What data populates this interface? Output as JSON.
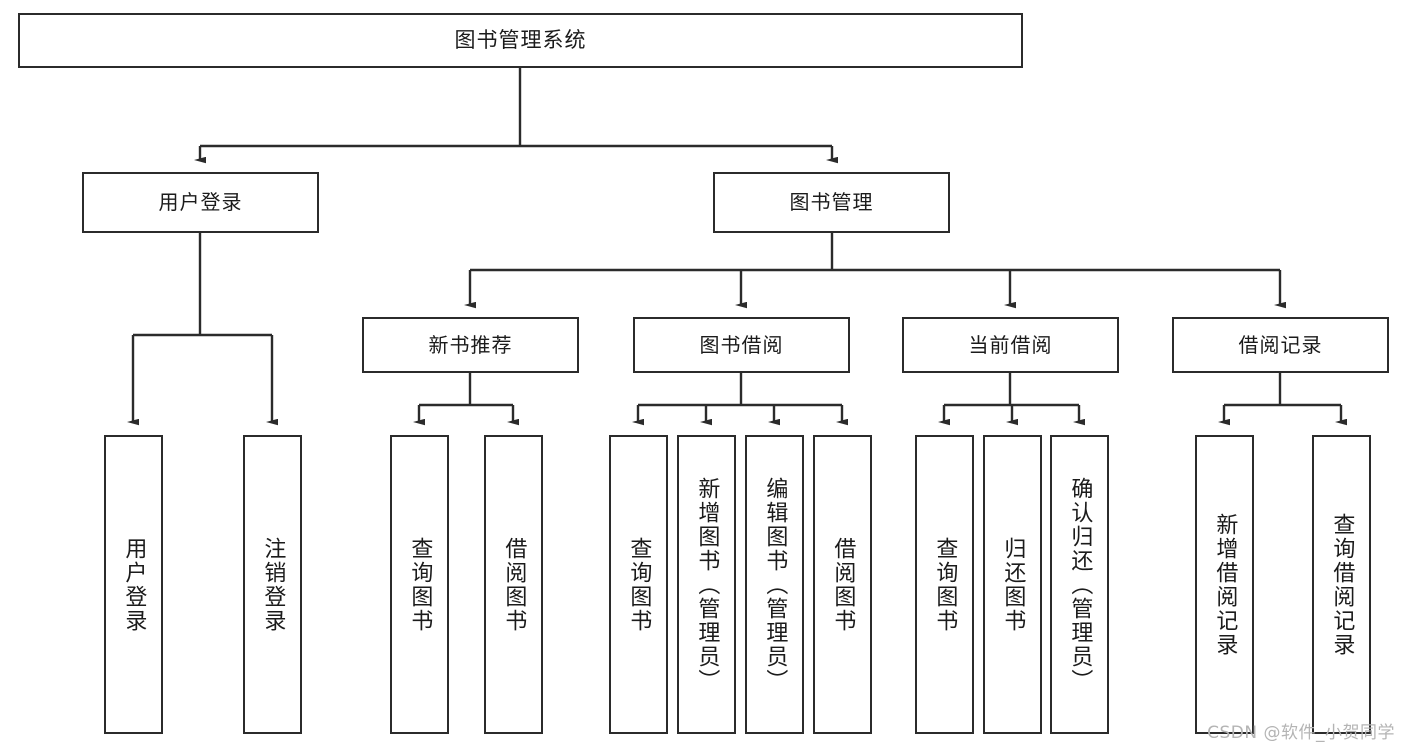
{
  "diagram": {
    "title": "图书管理系统",
    "type": "tree",
    "watermark": "CSDN @软件_小贺同学",
    "colors": {
      "stroke": "#2b2b2b",
      "fill": "#ffffff",
      "text": "#1b1b1b",
      "watermark": "#b4b4b4"
    },
    "nodes": {
      "root": {
        "label": "图书管理系统"
      },
      "level1": [
        {
          "label": "用户登录"
        },
        {
          "label": "图书管理"
        }
      ],
      "level2": [
        {
          "label": "新书推荐"
        },
        {
          "label": "图书借阅"
        },
        {
          "label": "当前借阅"
        },
        {
          "label": "借阅记录"
        }
      ],
      "leaves": {
        "user_login": [
          {
            "label": "用户登录"
          },
          {
            "label": "注销登录"
          }
        ],
        "new_book_rec": [
          {
            "label": "查询图书"
          },
          {
            "label": "借阅图书"
          }
        ],
        "book_borrow": [
          {
            "label": "查询图书"
          },
          {
            "label": "新增图书（管理员）"
          },
          {
            "label": "编辑图书（管理员）"
          },
          {
            "label": "借阅图书"
          }
        ],
        "current_borrow": [
          {
            "label": "查询图书"
          },
          {
            "label": "归还图书"
          },
          {
            "label": "确认归还（管理员）"
          }
        ],
        "borrow_record": [
          {
            "label": "新增借阅记录"
          },
          {
            "label": "查询借阅记录"
          }
        ]
      }
    }
  }
}
